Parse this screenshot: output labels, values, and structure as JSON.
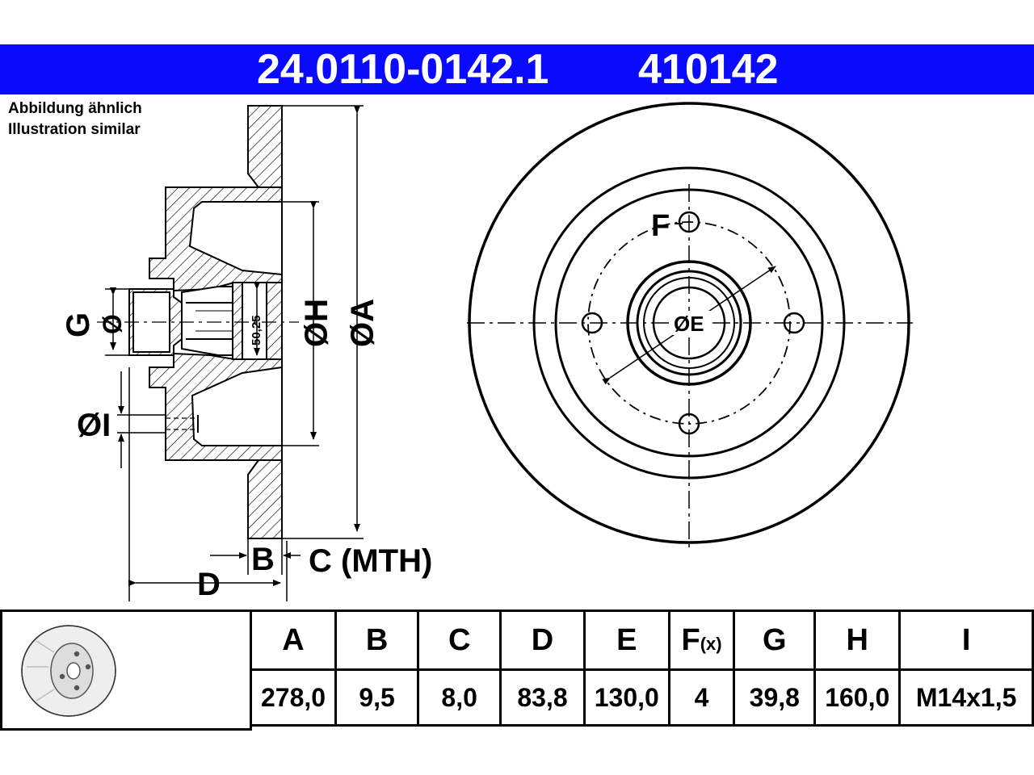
{
  "header": {
    "part_number": "24.0110-0142.1",
    "ate_number": "410142",
    "background": "#0a0aff"
  },
  "note": {
    "line1": "Abbildung ähnlich",
    "line2": "Illustration similar"
  },
  "drawing": {
    "label_G": "G",
    "label_G_dia": "Ø",
    "label_H": "ØH",
    "label_A": "ØA",
    "label_I": "ØI",
    "label_B": "B",
    "label_C": "C (MTH)",
    "label_D": "D",
    "label_E": "ØE",
    "label_F": "F",
    "dim_50_25": "50,25"
  },
  "specs": {
    "headers": [
      "A",
      "B",
      "C",
      "D",
      "E",
      "F",
      "G",
      "H",
      "I"
    ],
    "f_suffix": "(x)",
    "values": [
      "278,0",
      "9,5",
      "8,0",
      "83,8",
      "130,0",
      "4",
      "39,8",
      "160,0",
      "M14x1,5"
    ]
  }
}
